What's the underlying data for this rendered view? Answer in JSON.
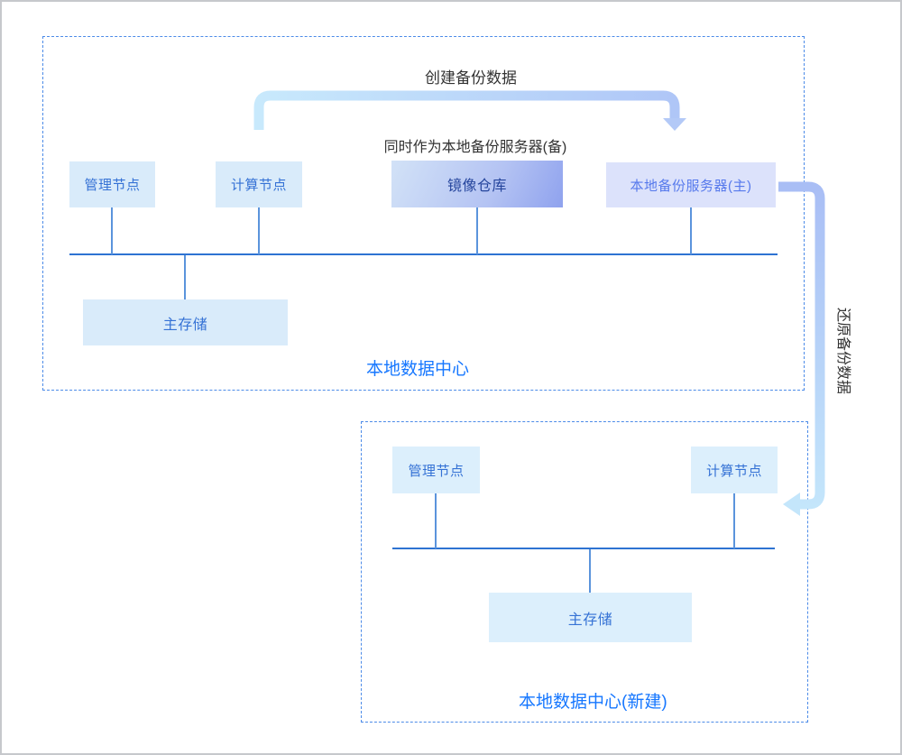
{
  "top_datacenter": {
    "label": "本地数据中心",
    "nodes": {
      "management": "管理节点",
      "compute": "计算节点",
      "image_registry": "镜像仓库",
      "local_backup_server_primary": "本地备份服务器(主)",
      "primary_storage": "主存储"
    }
  },
  "new_datacenter": {
    "label": "本地数据中心(新建)",
    "nodes": {
      "management": "管理节点",
      "compute": "计算节点",
      "primary_storage": "主存储"
    }
  },
  "annotations": {
    "create_backup_data": "创建备份数据",
    "also_standby_note": "同时作为本地备份服务器(备)",
    "restore_backup_data": "还原备份数据"
  },
  "colors": {
    "node_bg": "#d9ebfa",
    "node_text": "#3572d5",
    "registry_gradient_start": "#d2e2f7",
    "registry_gradient_end": "#8fa2ee",
    "registry_text": "#24449c",
    "backup_server_bg": "#dce2fb",
    "backup_server_text": "#5679ec",
    "dc_label_text": "#1677ff",
    "bus_line": "#2e73d2",
    "connector_line": "#5b94dc",
    "dashed_border": "#4c8be8",
    "arrow_cyan": "#c8e9fc",
    "arrow_periwinkle": "#afc6f7",
    "annotation_text": "#333333"
  }
}
